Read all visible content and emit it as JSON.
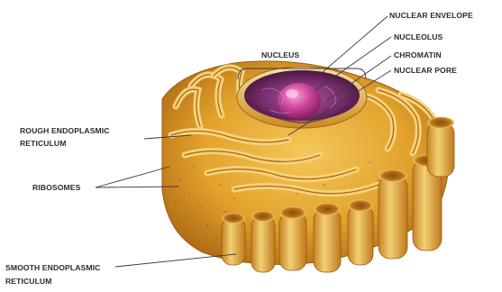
{
  "diagram": {
    "labels": {
      "nuclear_envelope": "NUCLEAR ENVELOPE",
      "nucleolus": "NUCLEOLUS",
      "chromatin": "CHROMATIN",
      "nuclear_pore": "NUCLEAR PORE",
      "nucleus": "NUCLEUS",
      "rough_er_line1": "ROUGH ENDOPLASMIC",
      "rough_er_line2": "RETICULUM",
      "ribosomes": "RIBOSOMES",
      "smooth_er_line1": "SMOOTH ENDOPLASMIC",
      "smooth_er_line2": "RETICULUM"
    },
    "colors": {
      "er_gold": "#e6a62a",
      "er_dark": "#b8741a",
      "er_light": "#f7d47a",
      "nucleus_purple": "#7a2f6e",
      "nucleolus_pink": "#d04aa0",
      "text": "#2b2b2b"
    }
  }
}
